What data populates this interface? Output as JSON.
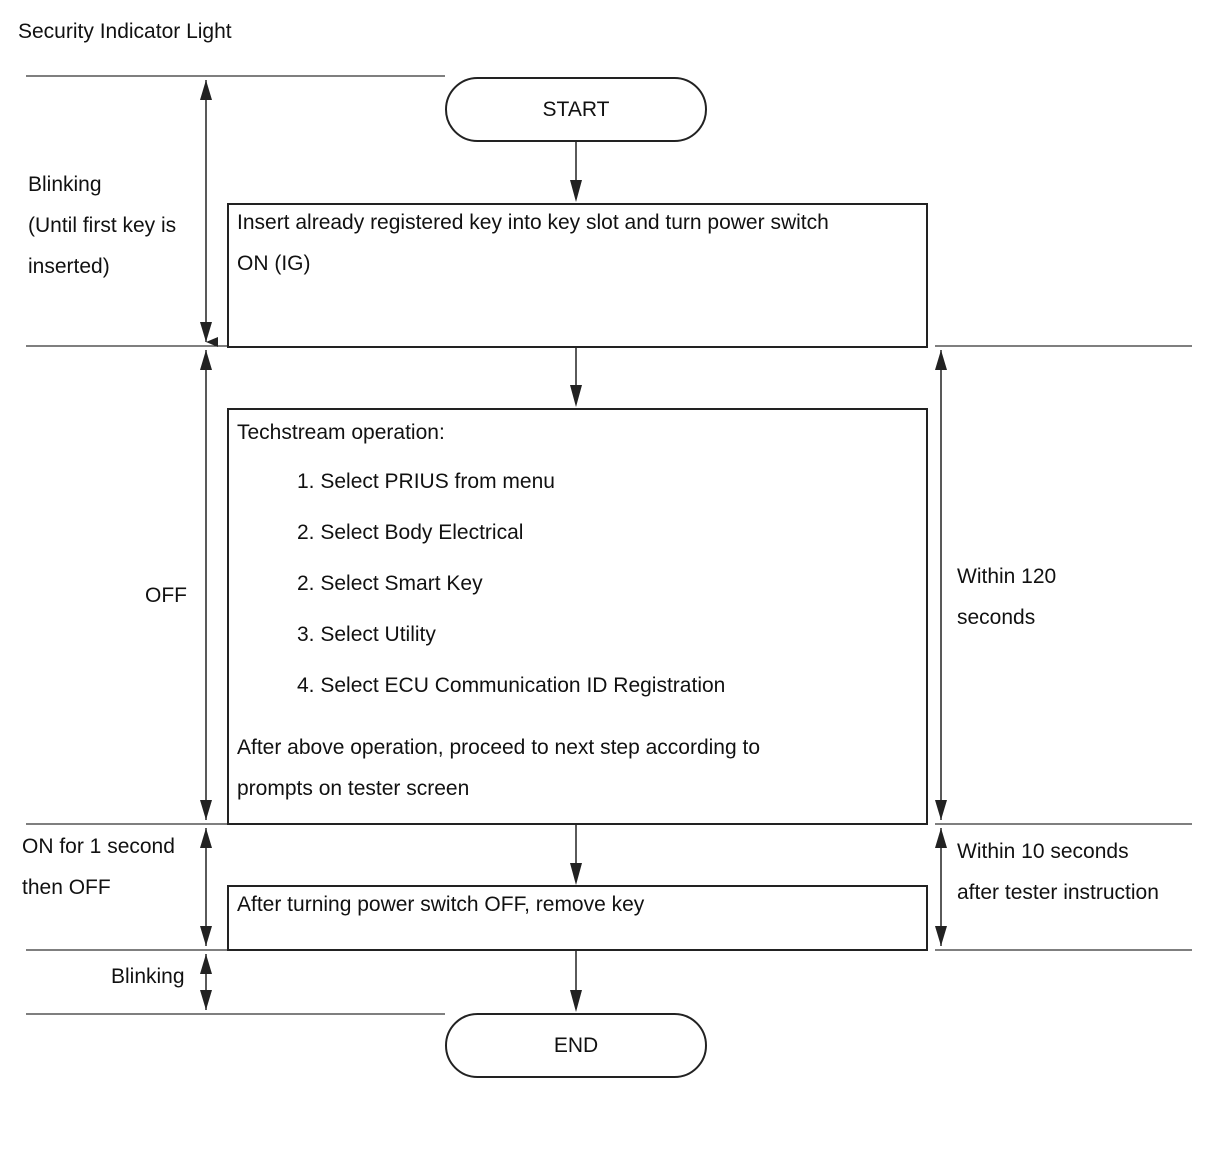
{
  "title": "Security Indicator Light",
  "start_label": "START",
  "end_label": "END",
  "steps": {
    "insert_key": {
      "line1": "Insert already registered key into key slot and turn power switch",
      "line2": "ON (IG)"
    },
    "techstream": {
      "heading": "Techstream operation:",
      "items": [
        "1. Select PRIUS from menu",
        "2. Select Body Electrical",
        "2. Select Smart Key",
        "3. Select Utility",
        "4. Select ECU Communication ID Registration"
      ],
      "after_line1": "After above operation, proceed to next step according to",
      "after_line2": "prompts on tester screen"
    },
    "remove_key": {
      "text": "After turning power switch OFF, remove key"
    }
  },
  "left_states": {
    "blinking_first": {
      "line1": "Blinking",
      "line2": "(Until first key is",
      "line3": "inserted)"
    },
    "off": "OFF",
    "on_one_second": {
      "line1": "ON for 1 second",
      "line2": "then OFF"
    },
    "blinking_end": "Blinking"
  },
  "right_timings": {
    "within_120": {
      "line1": "Within 120",
      "line2": "seconds"
    },
    "within_10": {
      "line1": "Within 10 seconds",
      "line2": "after tester instruction"
    }
  }
}
